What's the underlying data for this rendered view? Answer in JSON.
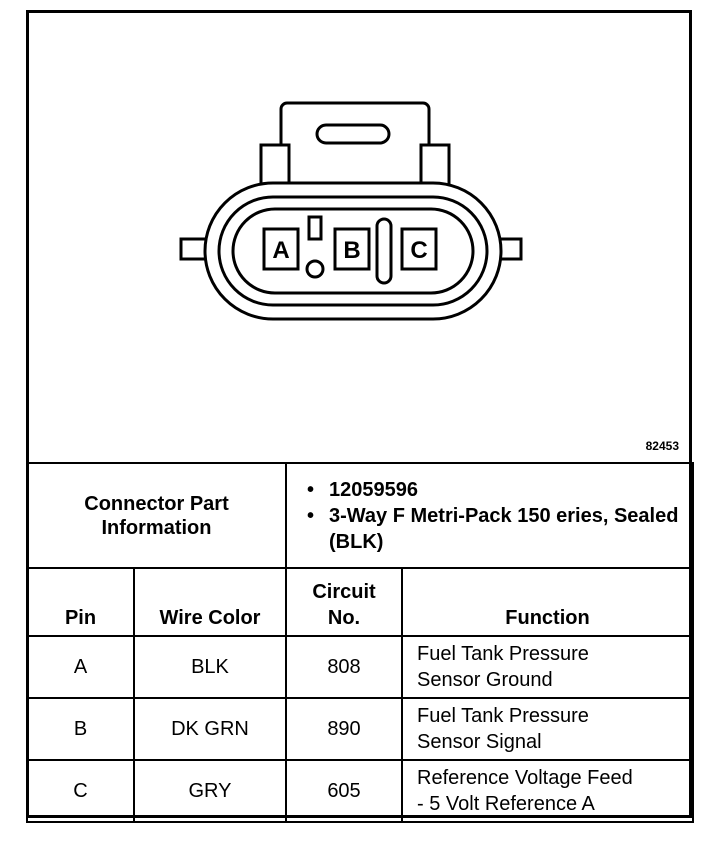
{
  "diagram": {
    "figure_number": "82453",
    "pins": [
      "A",
      "B",
      "C"
    ]
  },
  "connector": {
    "label_line1": "Connector Part",
    "label_line2": "Information",
    "items": [
      "12059596",
      "3-Way F Metri-Pack 150 eries, Sealed (BLK)"
    ]
  },
  "table": {
    "headers": {
      "pin": "Pin",
      "wire_color": "Wire Color",
      "circuit_line1": "Circuit",
      "circuit_line2": "No.",
      "function": "Function"
    },
    "rows": [
      {
        "pin": "A",
        "wire_color": "BLK",
        "circuit": "808",
        "function_line1": "Fuel Tank Pressure",
        "function_line2": "Sensor Ground"
      },
      {
        "pin": "B",
        "wire_color": "DK GRN",
        "circuit": "890",
        "function_line1": "Fuel Tank Pressure",
        "function_line2": "Sensor Signal"
      },
      {
        "pin": "C",
        "wire_color": "GRY",
        "circuit": "605",
        "function_line1": "Reference Voltage Feed",
        "function_line2": "- 5 Volt Reference A"
      }
    ]
  }
}
